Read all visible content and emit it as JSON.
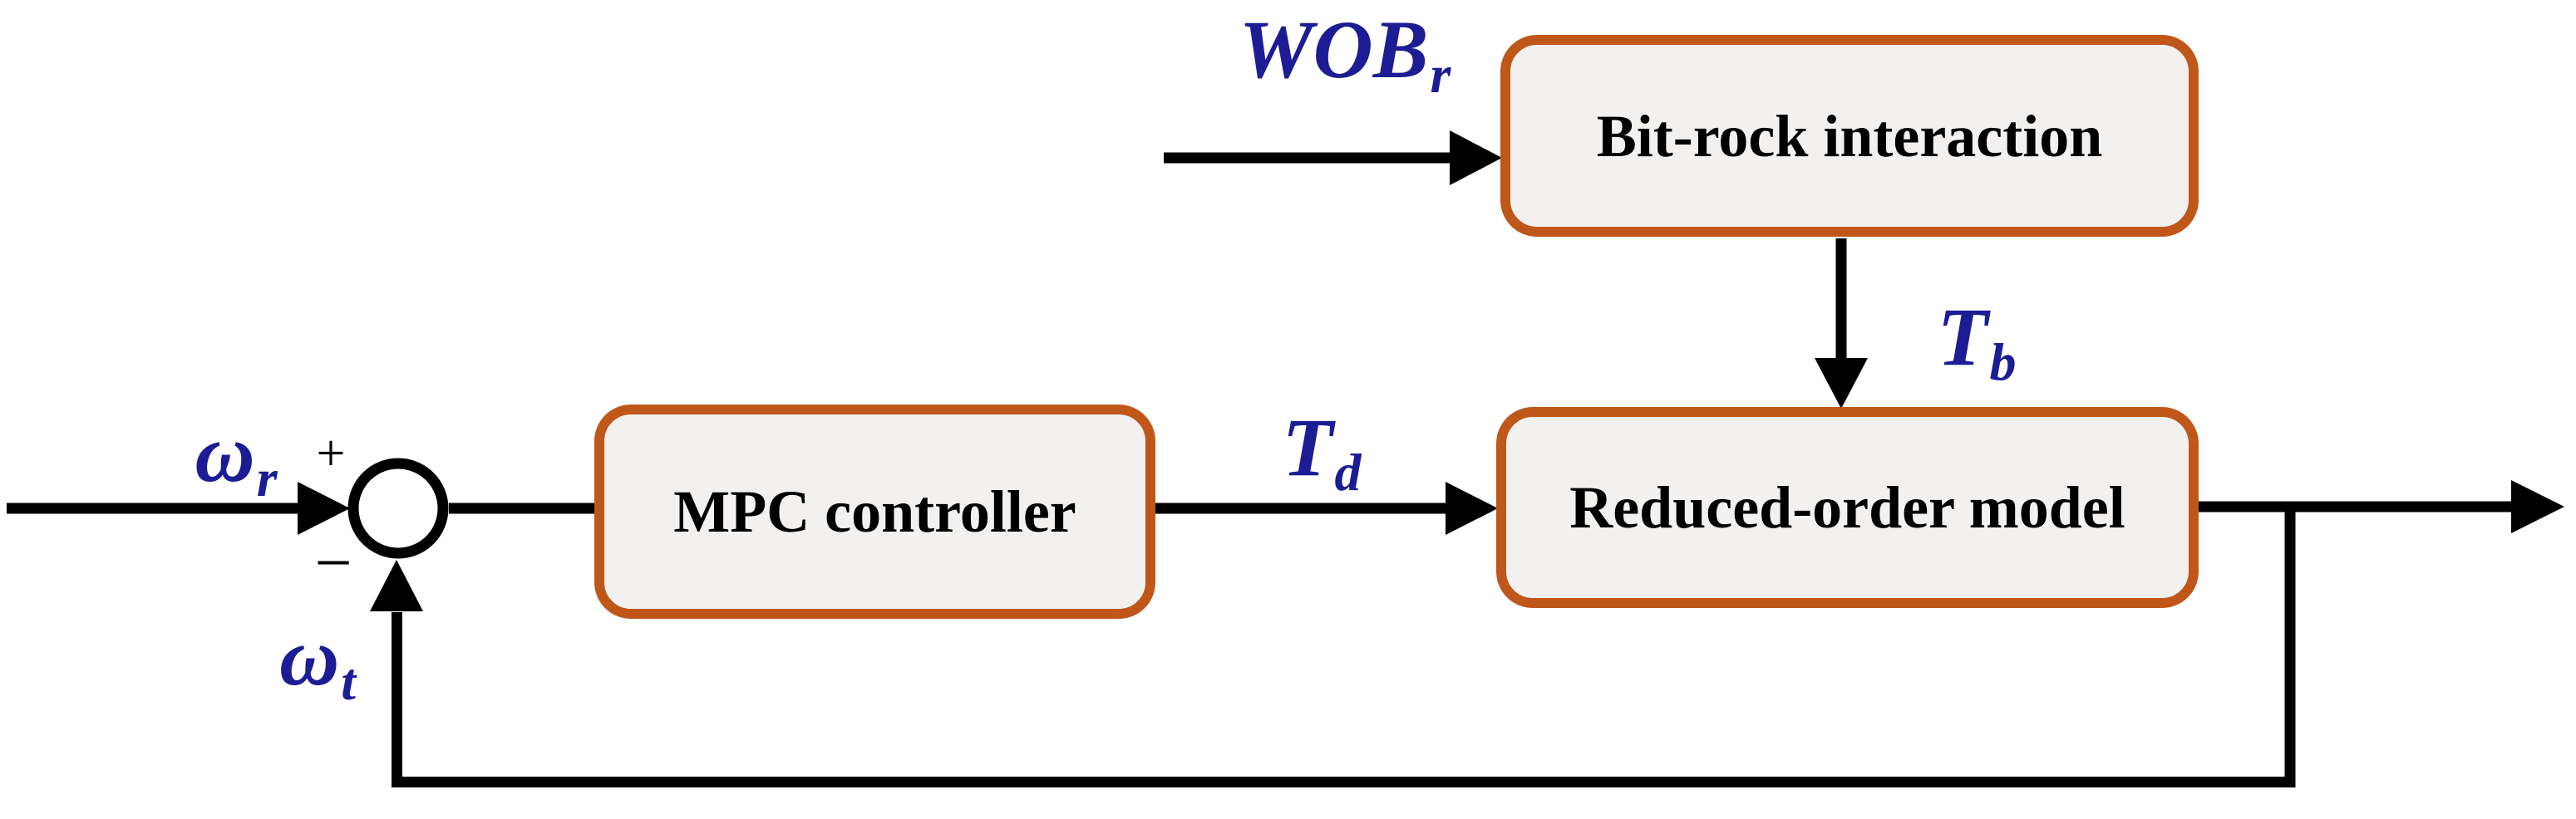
{
  "figure": {
    "type": "control-system-block-diagram",
    "colors": {
      "background": "#FFFFFF",
      "block_border": "#C0571A",
      "block_fill": "#F2F1F0",
      "signal_label": "#1C1C94",
      "line": "#000000"
    },
    "blocks": {
      "bit_rock": {
        "label": "Bit-rock interaction"
      },
      "mpc": {
        "label": "MPC controller"
      },
      "rom": {
        "label": "Reduced-order model"
      }
    },
    "labels": {
      "wob": {
        "base": "WOB",
        "sub": "r"
      },
      "tb": {
        "base": "T",
        "sub": "b"
      },
      "td": {
        "base": "T",
        "sub": "d"
      },
      "omega_r": {
        "base": "ω",
        "sub": "r"
      },
      "omega_t": {
        "base": "ω",
        "sub": "t"
      }
    },
    "summing_junction": {
      "plus": "+",
      "minus": "−"
    }
  }
}
